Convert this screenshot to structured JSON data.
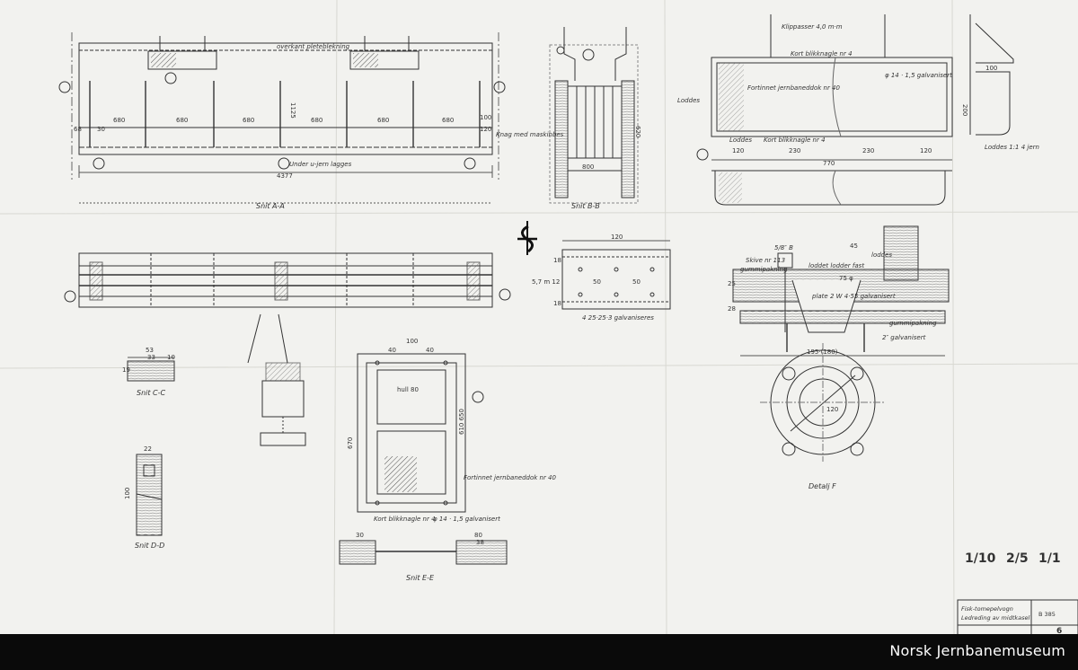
{
  "footer": {
    "museum_name": "Norsk Jernbanemuseum"
  },
  "section_labels": {
    "aa": "Snit A-A",
    "bb": "Snit B-B",
    "cc": "Snit C-C",
    "dd": "Snit D-D",
    "ee": "Snit E-E",
    "detail_f": "Detalj F"
  },
  "scales": {
    "a": "1/10",
    "b": "2/5",
    "c": "1/1"
  },
  "title_block": {
    "title_line1": "Fisk-tomepelvogn",
    "title_line2": "Ledreding av midtkasel",
    "drawing_number": "B 385",
    "sheet": "6"
  },
  "notes": {
    "overkant_plateblekning": "overkant pleteblekning",
    "under_ujern": "Under u-jern lagges",
    "knag_med": "Knag med maskinbes",
    "klippasser": "Klippasser 4,0 m·m",
    "kort_blokk_1": "Kort blikknagle nr 4",
    "kort_blokk_2": "Kort blikknagle nr 4",
    "kort_blokk_3": "Kort blikknagle nr 4",
    "fortinnet_1": "Fortinnet jernbaneddok nr 40",
    "fortinnet_2": "Fortinnet jernbaneddok nr 40",
    "galvanisert_1": "φ 14 · 1,5 galvanisert",
    "galvanisert_2": "φ 14 · 1,5 galvanisert",
    "ladder": "Loddes",
    "ladder2": "Loddes",
    "ladder3": "loddes",
    "dobbel_loddes": "Loddes 1:1 4 jern",
    "galvaniseres": "4 25·25·3 galvaniseres",
    "skive": "Skive nr 113",
    "gummipakning": "gummipakning",
    "gummipakning2": "gummipakning",
    "galvanisert_3": "2″ galvanisert",
    "plate_galv": "plate 2 W 4·55 galvanisert",
    "bolt": "5/8″ B",
    "loddet": "loddet lodder fast"
  },
  "dimensions": {
    "aa_spacings": [
      "680",
      "680",
      "680",
      "680",
      "680",
      "680"
    ],
    "aa_total": "4377",
    "aa_height": "1125",
    "aa_small": [
      "100",
      "120",
      "30",
      "68"
    ],
    "bb_width": "800",
    "bb_height": "620",
    "ee_top": "100",
    "ee_inner": [
      "40",
      "40"
    ],
    "ee_hole": "hull 80",
    "ee_height": "670",
    "ee_side": "610 650",
    "ee_bottom_left": "30",
    "ee_bottom_right": [
      "80",
      "38"
    ],
    "cc_dims": [
      "53",
      "33",
      "19",
      "10"
    ],
    "dd_dims": [
      "22",
      "100"
    ],
    "plate_120": "120",
    "plate_dims": [
      "50",
      "50",
      "18",
      "18"
    ],
    "plate_side": "5,7 m 12",
    "tank_dims": [
      "120",
      "230",
      "230",
      "120",
      "770"
    ],
    "tank_side": "200",
    "side_view": "100",
    "detail_dims": [
      "45",
      "75 φ",
      "195·(180)",
      "120",
      "28",
      "25"
    ]
  }
}
